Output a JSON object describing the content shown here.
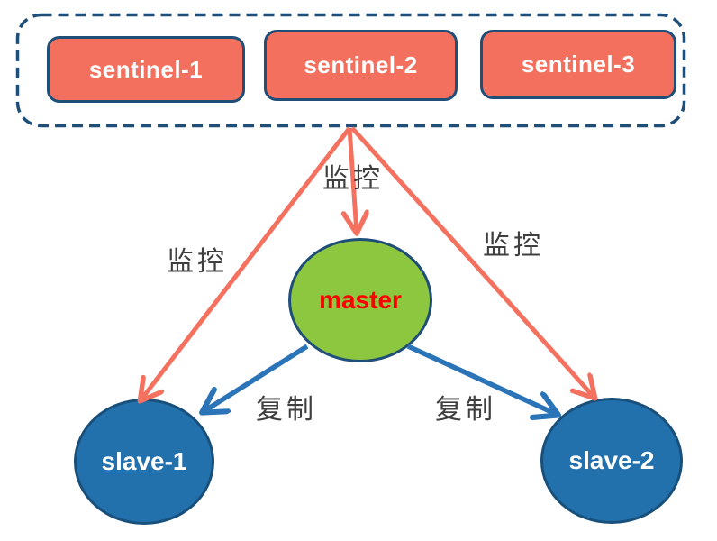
{
  "sentinels": [
    {
      "label": "sentinel-1"
    },
    {
      "label": "sentinel-2"
    },
    {
      "label": "sentinel-3"
    }
  ],
  "master": {
    "label": "master"
  },
  "slaves": [
    {
      "label": "slave-1"
    },
    {
      "label": "slave-2"
    }
  ],
  "edges": [
    {
      "from": "sentinels",
      "to": "master",
      "type": "monitor",
      "label": "监控"
    },
    {
      "from": "sentinels",
      "to": "slave-1",
      "type": "monitor",
      "label": "监控"
    },
    {
      "from": "sentinels",
      "to": "slave-2",
      "type": "monitor",
      "label": "监控"
    },
    {
      "from": "master",
      "to": "slave-1",
      "type": "replicate",
      "label": "复制"
    },
    {
      "from": "master",
      "to": "slave-2",
      "type": "replicate",
      "label": "复制"
    }
  ],
  "colors": {
    "sentinel_fill": "#F3705E",
    "node_border_navy": "#1F4E79",
    "master_fill": "#8DC63F",
    "master_text": "#FF0000",
    "slave_fill": "#2271AC",
    "arrow_monitor_red": "#F4715F",
    "arrow_replicate_blue": "#2B74B8",
    "edge_label_text": "#3F3F3F"
  }
}
